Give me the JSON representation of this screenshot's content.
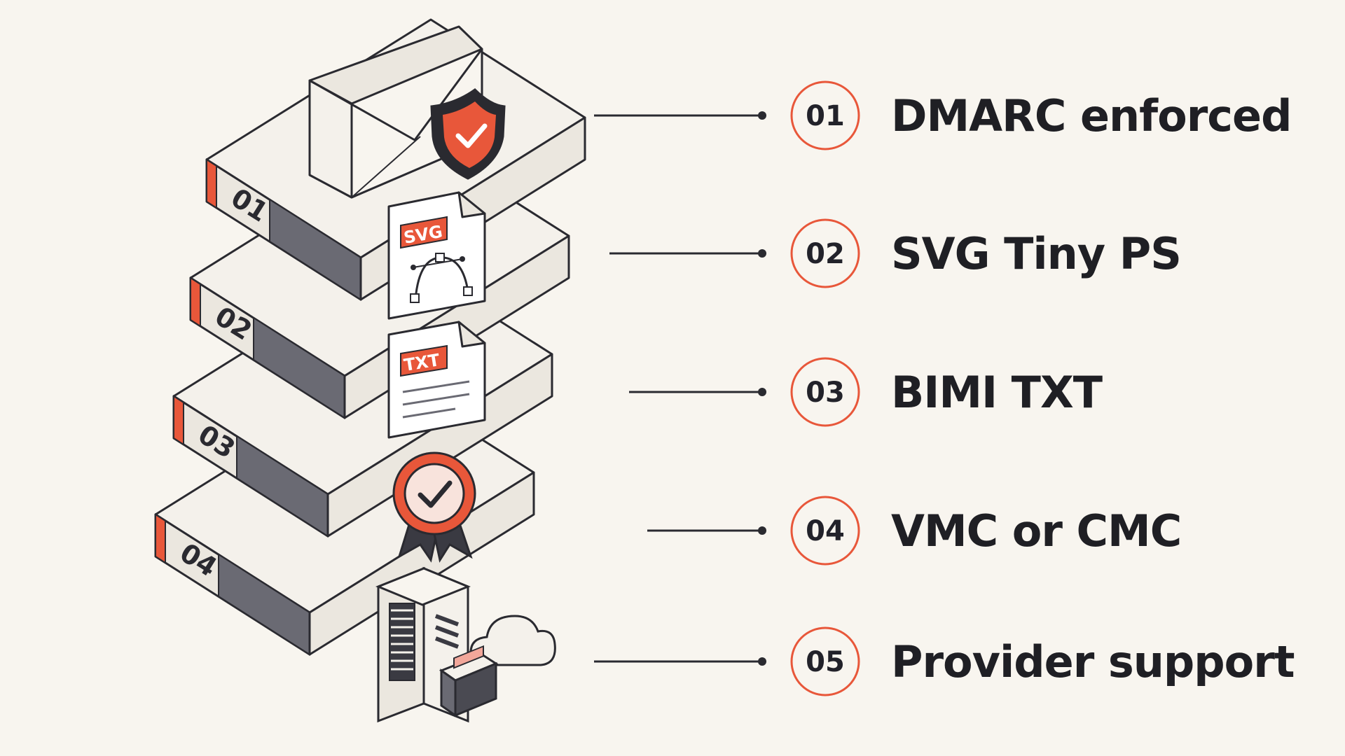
{
  "colors": {
    "background": "#f8f5ef",
    "accent": "#e8573a",
    "dark": "#2a2a30",
    "slab_side": "#6a6a73",
    "slab_top": "#f4f1eb",
    "slab_front": "#ebe7df"
  },
  "stack": {
    "tiers": [
      {
        "label": "01"
      },
      {
        "label": "02"
      },
      {
        "label": "03"
      },
      {
        "label": "04"
      }
    ],
    "icons": [
      {
        "name": "envelope-shield-icon"
      },
      {
        "name": "svg-file-icon",
        "badge": "SVG"
      },
      {
        "name": "txt-file-icon",
        "badge": "TXT"
      },
      {
        "name": "certificate-rosette-icon"
      },
      {
        "name": "server-cloud-icon"
      }
    ]
  },
  "steps": [
    {
      "number": "01",
      "label": "DMARC enforced"
    },
    {
      "number": "02",
      "label": "SVG Tiny PS"
    },
    {
      "number": "03",
      "label": "BIMI TXT"
    },
    {
      "number": "04",
      "label": "VMC or CMC"
    },
    {
      "number": "05",
      "label": "Provider support"
    }
  ]
}
